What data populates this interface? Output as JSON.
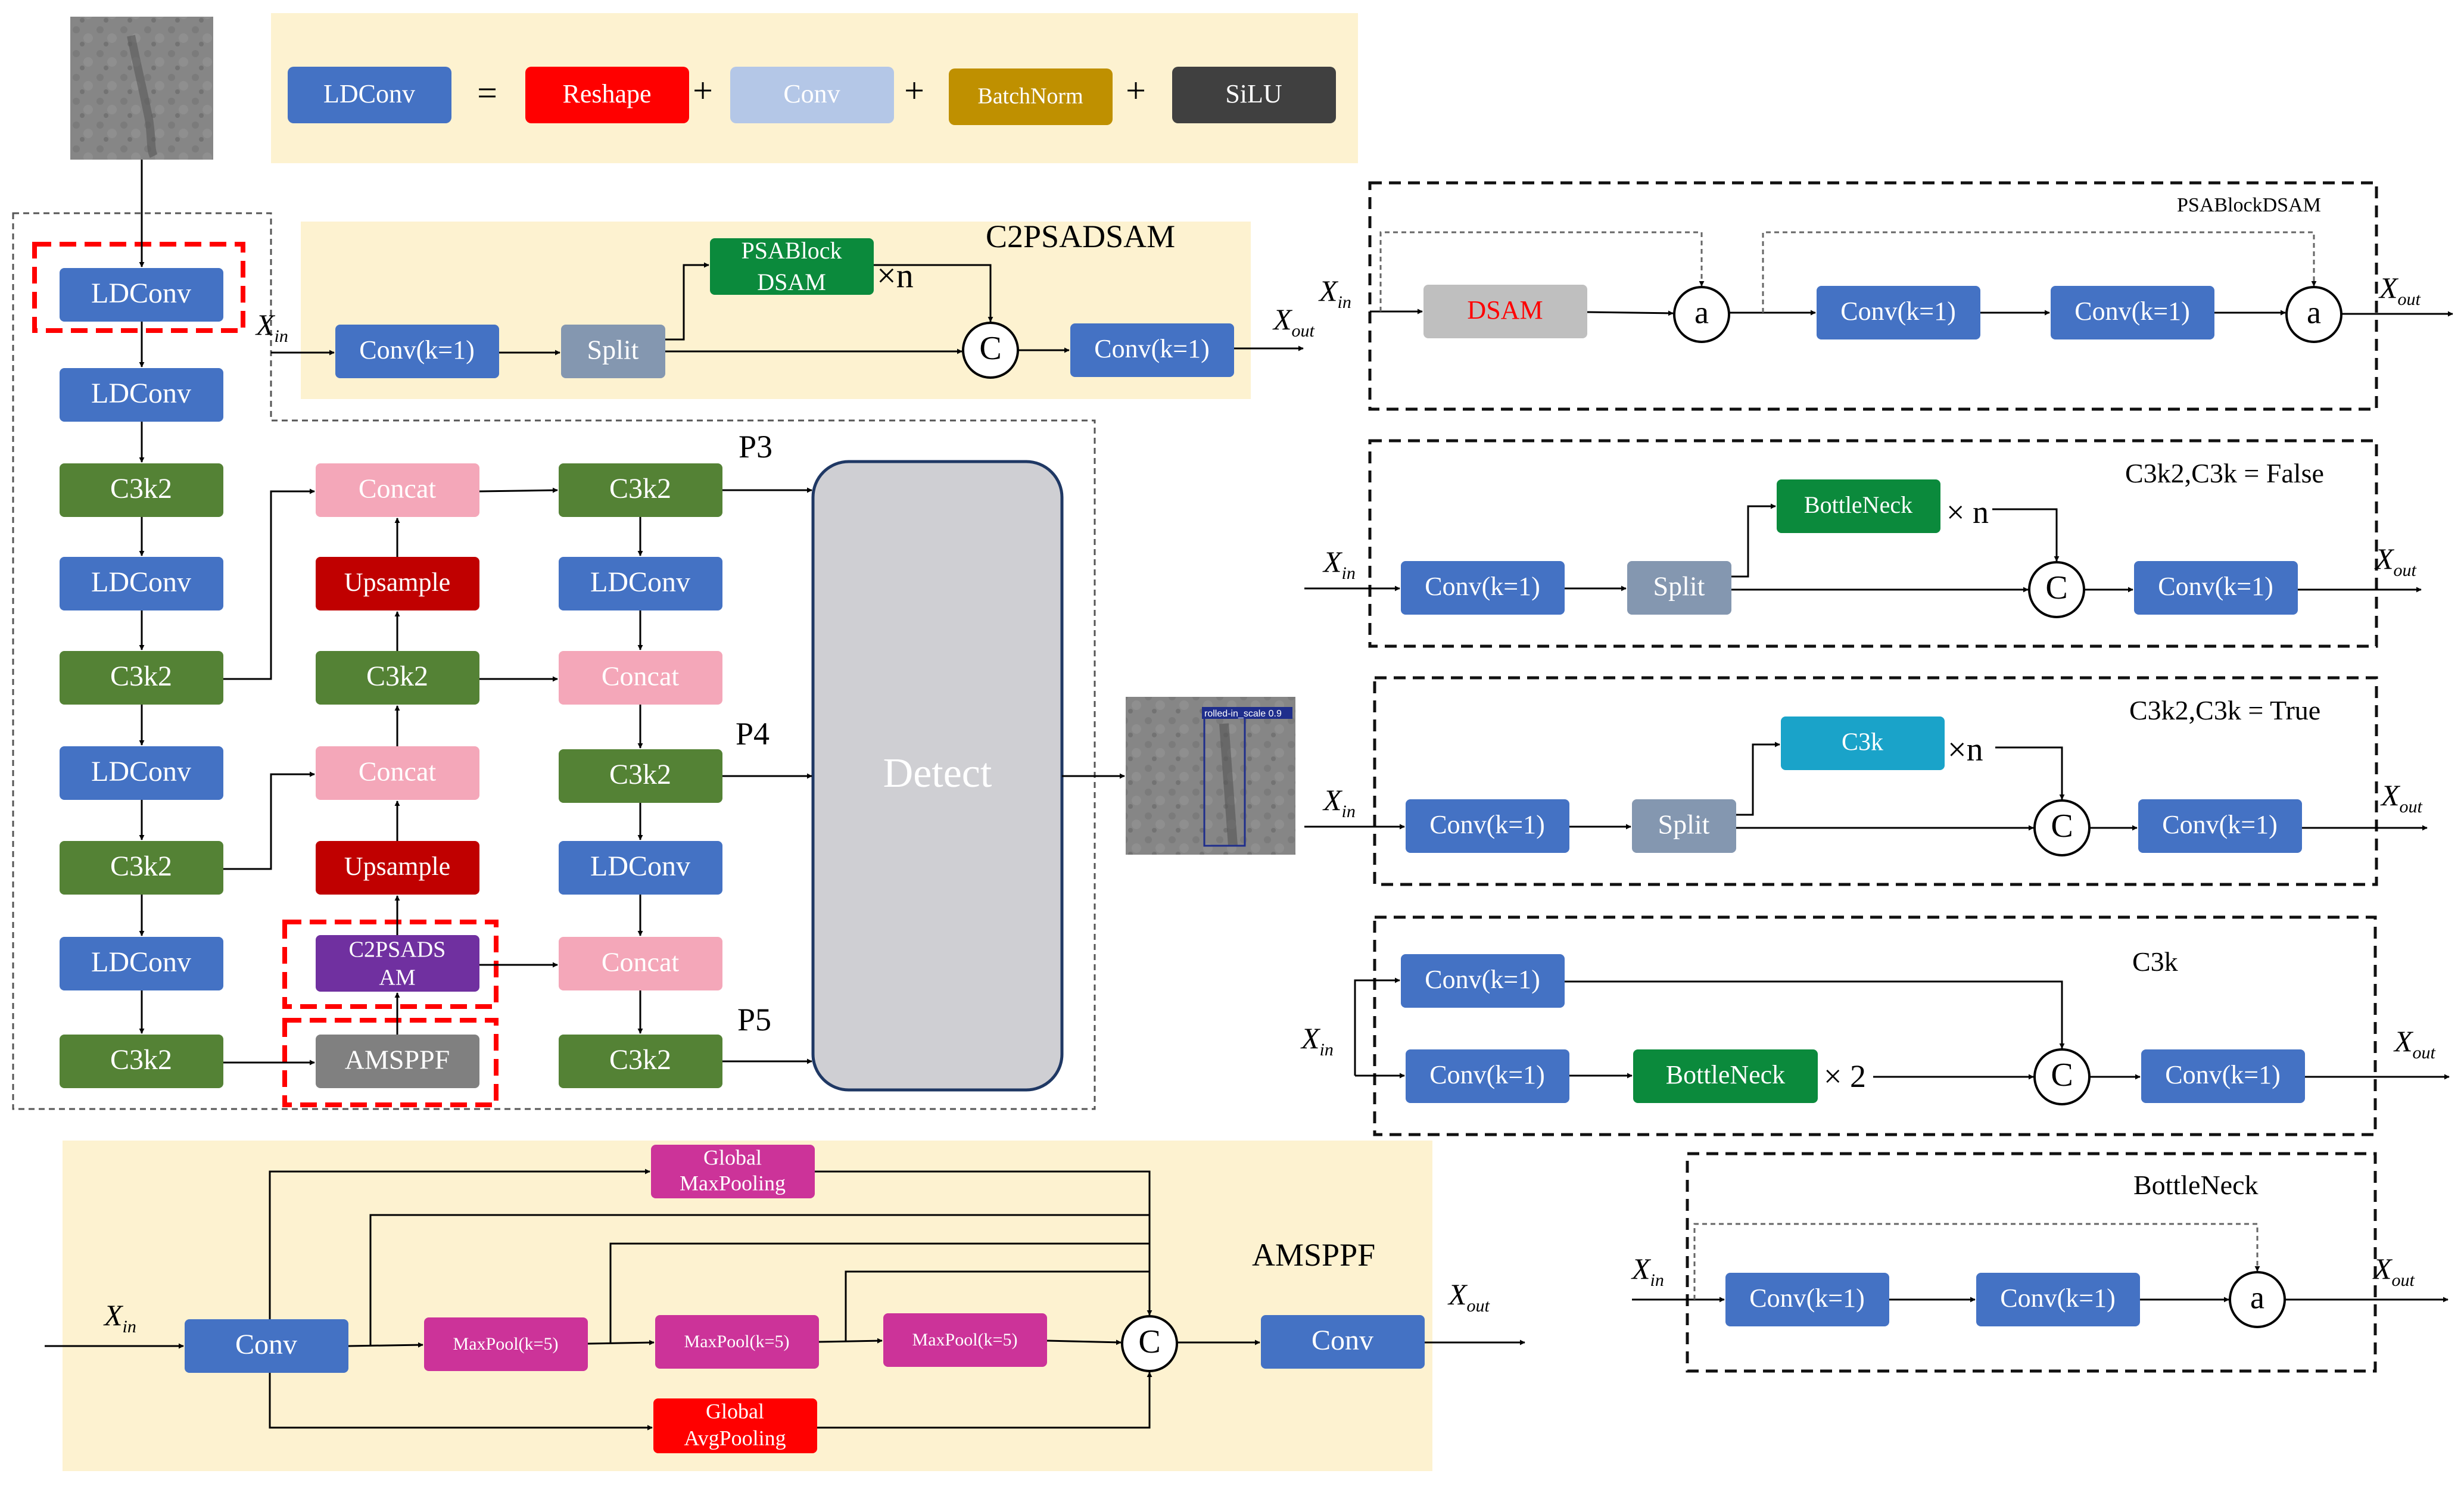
{
  "colors": {
    "blue": "#4472C4",
    "green": "#548235",
    "pink": "#F4A7B9",
    "red": "#C00000",
    "gray": "#808080",
    "lightgray": "#C9C9C9",
    "purple": "#7030A0",
    "detect": "#CFCFD3",
    "cream": "#FDF2D0",
    "split": "#8497B0",
    "magenta": "#CC3399",
    "brightred": "#FF0000",
    "lightblue": "#B4C7E7",
    "mustard": "#BF9000",
    "darkgray": "#404040",
    "dsamgray": "#BFBFBF",
    "teal": "#1AA3C9",
    "bottleneck": "#0B8A3C",
    "psagreen": "#0B8A3C"
  },
  "legend": {
    "ldconv": "LDConv",
    "equals": "=",
    "reshape": "Reshape",
    "plus": "+",
    "conv": "Conv",
    "batchnorm": "BatchNorm",
    "silu": "SiLU"
  },
  "backbone": {
    "ldconv": "LDConv",
    "c3k2": "C3k2",
    "amsppf": "AMSPPF",
    "c2psadsam_l1": "C2PSADS",
    "c2psadsam_l2": "AM"
  },
  "neck": {
    "concat": "Concat",
    "upsample": "Upsample",
    "c3k2": "C3k2",
    "ldconv": "LDConv",
    "p3": "P3",
    "p4": "P4",
    "p5": "P5",
    "detect": "Detect"
  },
  "detection_label": "rolled-in_scale 0.9",
  "c2psadsam": {
    "title": "C2PSADSAM",
    "xin": "X",
    "xin_sub": "in",
    "xout": "X",
    "xout_sub": "out",
    "conv1": "Conv(k=1)",
    "split": "Split",
    "psablock_l1": "PSABlock",
    "psablock_l2": "DSAM",
    "times_n": "×n",
    "c": "C",
    "conv2": "Conv(k=1)"
  },
  "psablockdsam": {
    "title": "PSABlockDSAM",
    "xin": "X",
    "xin_sub": "in",
    "xout": "X",
    "xout_sub": "out",
    "dsam": "DSAM",
    "a": "a",
    "conv1": "Conv(k=1)",
    "conv2": "Conv(k=1)"
  },
  "c3k2_false": {
    "title": "C3k2,C3k = False",
    "xin": "X",
    "xin_sub": "in",
    "xout": "X",
    "xout_sub": "out",
    "conv1": "Conv(k=1)",
    "split": "Split",
    "bottleneck": "BottleNeck",
    "times": "× n",
    "c": "C",
    "conv2": "Conv(k=1)"
  },
  "c3k2_true": {
    "title": "C3k2,C3k = True",
    "xin": "X",
    "xin_sub": "in",
    "xout": "X",
    "xout_sub": "out",
    "conv1": "Conv(k=1)",
    "split": "Split",
    "c3k": "C3k",
    "times": "×n",
    "c": "C",
    "conv2": "Conv(k=1)"
  },
  "c3k": {
    "title": "C3k",
    "xin": "X",
    "xin_sub": "in",
    "xout": "X",
    "xout_sub": "out",
    "conv_top": "Conv(k=1)",
    "conv_bottom": "Conv(k=1)",
    "bottleneck": "BottleNeck",
    "times": "× 2",
    "c": "C",
    "conv_out": "Conv(k=1)"
  },
  "bottleneck": {
    "title": "BottleNeck",
    "xin": "X",
    "xin_sub": "in",
    "xout": "X",
    "xout_sub": "out",
    "conv1": "Conv(k=1)",
    "conv2": "Conv(k=1)",
    "a": "a"
  },
  "amsppf": {
    "title": "AMSPPF",
    "xin": "X",
    "xin_sub": "in",
    "xout": "X",
    "xout_sub": "out",
    "conv_in": "Conv",
    "maxpool": "MaxPool(k=5)",
    "gmp_l1": "Global",
    "gmp_l2": "MaxPooling",
    "gap_l1": "Global",
    "gap_l2": "AvgPooling",
    "c": "C",
    "conv_out": "Conv"
  }
}
